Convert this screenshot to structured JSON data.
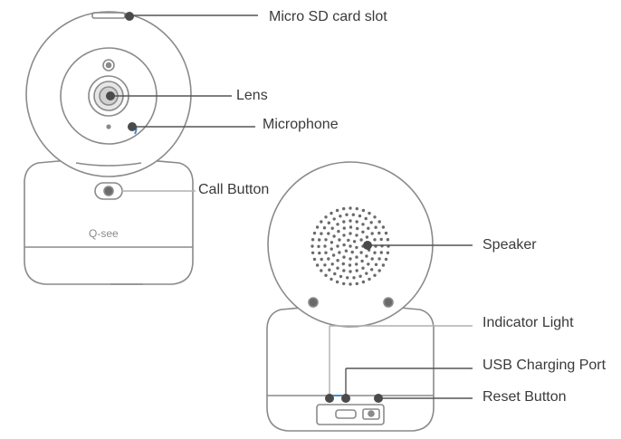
{
  "callouts": {
    "front": {
      "sd_card_slot": "Micro SD card slot",
      "lens": "Lens",
      "microphone": "Microphone",
      "call_button": "Call Button"
    },
    "back": {
      "speaker": "Speaker",
      "indicator_light": "Indicator Light",
      "usb_charging_port": "USB Charging Port",
      "reset_button": "Reset Button"
    }
  },
  "logo_text": "Q-see",
  "colors": {
    "outline": "#8a8a8a",
    "leader": "#555555",
    "dot": "#4a4a4a",
    "accent_blue": "#3a8fd8"
  }
}
